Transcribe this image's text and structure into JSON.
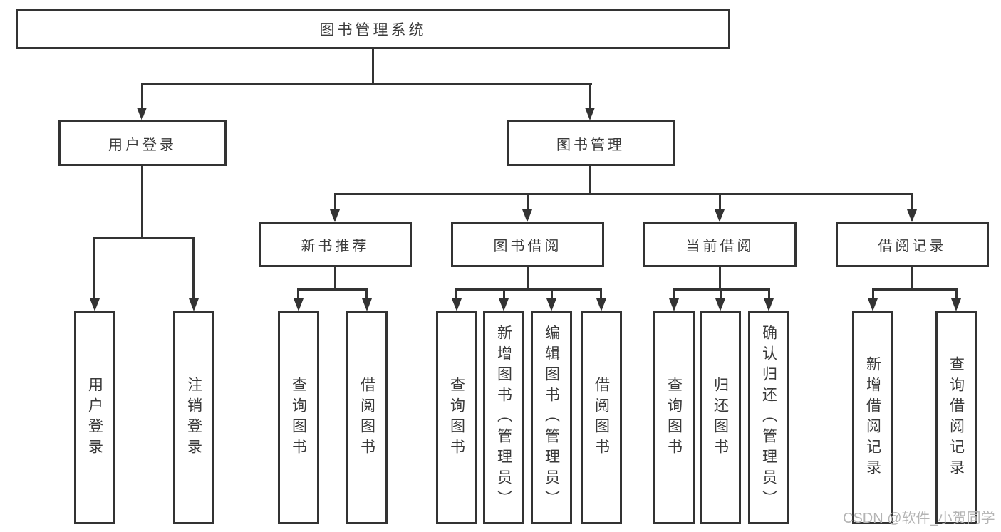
{
  "chart": {
    "root": "图书管理系统",
    "branches": {
      "user": {
        "label": "用户登录",
        "children": [
          "用户登录",
          "注销登录"
        ]
      },
      "book": {
        "label": "图书管理"
      }
    },
    "level3": [
      {
        "label": "新书推荐",
        "children": [
          "查询图书",
          "借阅图书"
        ]
      },
      {
        "label": "图书借阅",
        "children": [
          "查询图书",
          "新增图书（管理员）",
          "编辑图书（管理员）",
          "借阅图书"
        ]
      },
      {
        "label": "当前借阅",
        "children": [
          "查询图书",
          "归还图书",
          "确认归还（管理员）"
        ]
      },
      {
        "label": "借阅记录",
        "children": [
          "新增借阅记录",
          "查询借阅记录"
        ]
      }
    ],
    "watermark": "CSDN @软件_小贺同学",
    "colors": {
      "line": "#333333",
      "text": "#3a3a3a",
      "watermark": "#b4b4b4",
      "background": "#ffffff"
    }
  }
}
